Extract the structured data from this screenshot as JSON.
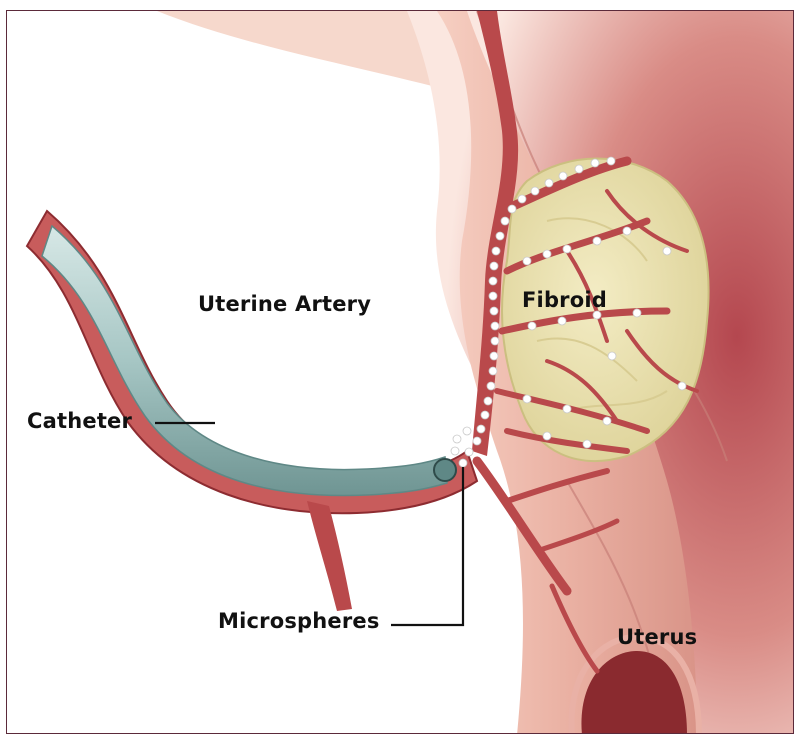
{
  "labels": {
    "uterine_artery": "Uterine Artery",
    "fibroid": "Fibroid",
    "catheter": "Catheter",
    "microspheres": "Microspheres",
    "uterus": "Uterus"
  },
  "colors": {
    "frame": "#5b2a3a",
    "tissue_light": "#f3c6b8",
    "tissue_mid": "#e7a89a",
    "uterine_wall_dark": "#b8555c",
    "artery": "#b9494b",
    "artery_dark": "#8d2c31",
    "fibroid": "#ece3b2",
    "catheter": "#a9c9c7",
    "microsphere": "#ffffff"
  }
}
